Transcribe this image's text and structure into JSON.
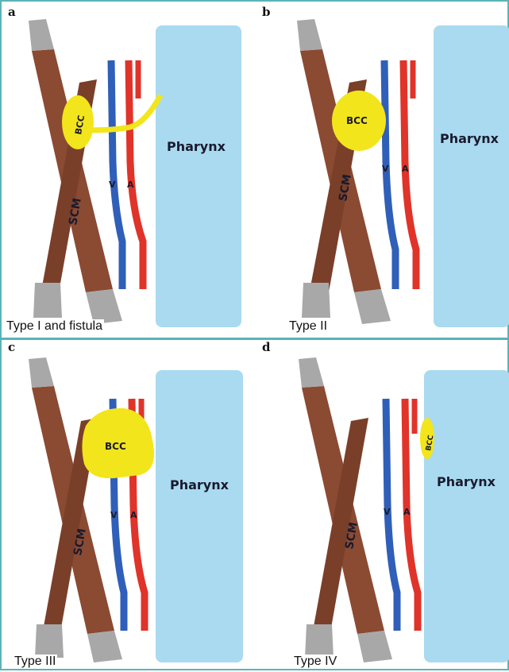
{
  "panels": [
    {
      "letter": "a",
      "caption": "Type I and fistula",
      "mass_label": "BCC",
      "muscle_label": "SCM",
      "vein_label": "V",
      "artery_label": "A",
      "organ_label": "Pharynx"
    },
    {
      "letter": "b",
      "caption": "Type II",
      "mass_label": "BCC",
      "muscle_label": "SCM",
      "vein_label": "V",
      "artery_label": "A",
      "organ_label": "Pharynx"
    },
    {
      "letter": "c",
      "caption": "Type III",
      "mass_label": "BCC",
      "muscle_label": "SCM",
      "vein_label": "V",
      "artery_label": "A",
      "organ_label": "Pharynx"
    },
    {
      "letter": "d",
      "caption": "Type IV",
      "mass_label": "BCC",
      "muscle_label": "SCM",
      "vein_label": "V",
      "artery_label": "A",
      "organ_label": "Pharynx"
    }
  ],
  "colors": {
    "border": "#5bb3b8",
    "muscle": "#8b4a32",
    "tendon": "#a8a8a8",
    "vein": "#2f5fb8",
    "artery": "#e0332a",
    "pharynx": "#a9daf0",
    "cyst": "#f2e51b"
  }
}
